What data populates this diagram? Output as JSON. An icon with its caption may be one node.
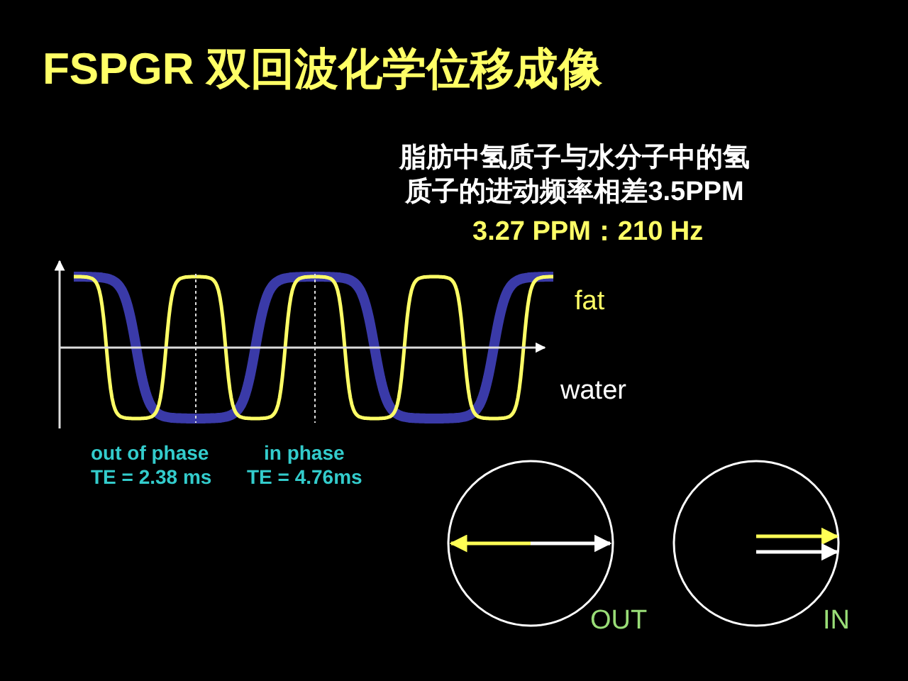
{
  "diagram": {
    "title": "FSPGR  双回波化学位移成像",
    "labels": [
      "脂肪中氢质子与水分子中的氢质子的进动频率相差3.5PPM",
      "3.27 PPM：210 Hz",
      "fat",
      "water",
      "out of phase",
      "TE = 2.38 ms",
      "in phase",
      "TE = 4.76ms",
      "OUT",
      "IN"
    ]
  }
}
